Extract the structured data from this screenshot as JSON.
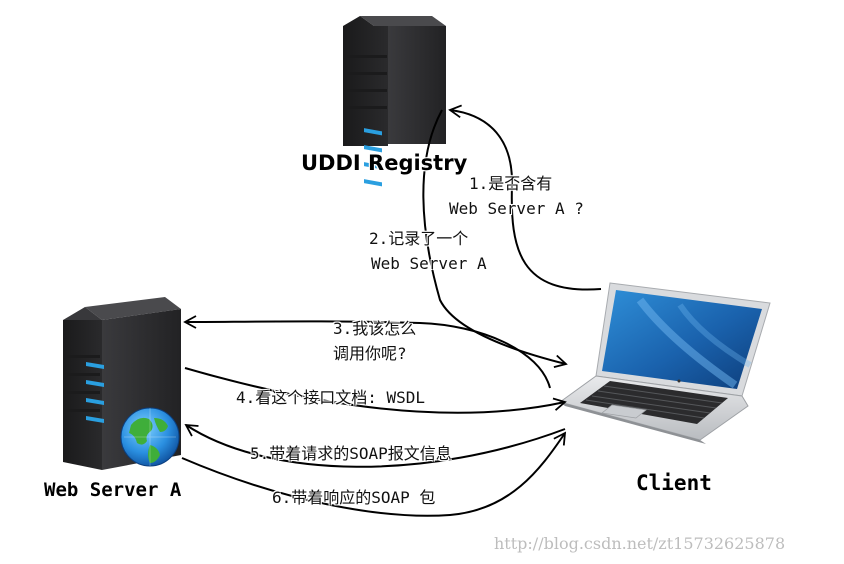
{
  "nodes": {
    "uddi": {
      "label": "UDDI Registry"
    },
    "server_a": {
      "label": "Web Server A"
    },
    "client": {
      "label": "Client"
    }
  },
  "steps": [
    {
      "line1": "1.是否含有",
      "line2": "Web Server A ?"
    },
    {
      "line1": "2.记录了一个",
      "line2": "Web Server A"
    },
    {
      "line1": "3.我该怎么",
      "line2": "调用你呢?"
    },
    {
      "line1": "4.看这个接口文档: WSDL"
    },
    {
      "line1": "5.带着请求的SOAP报文信息"
    },
    {
      "line1": "6.带着响应的SOAP 包"
    }
  ],
  "watermark": "http://blog.csdn.net/zt15732625878",
  "colors": {
    "server_body": "#2e2e30",
    "led": "#2a9fe0",
    "arrow": "#000000",
    "laptop_screen": "#1d6fb8"
  }
}
